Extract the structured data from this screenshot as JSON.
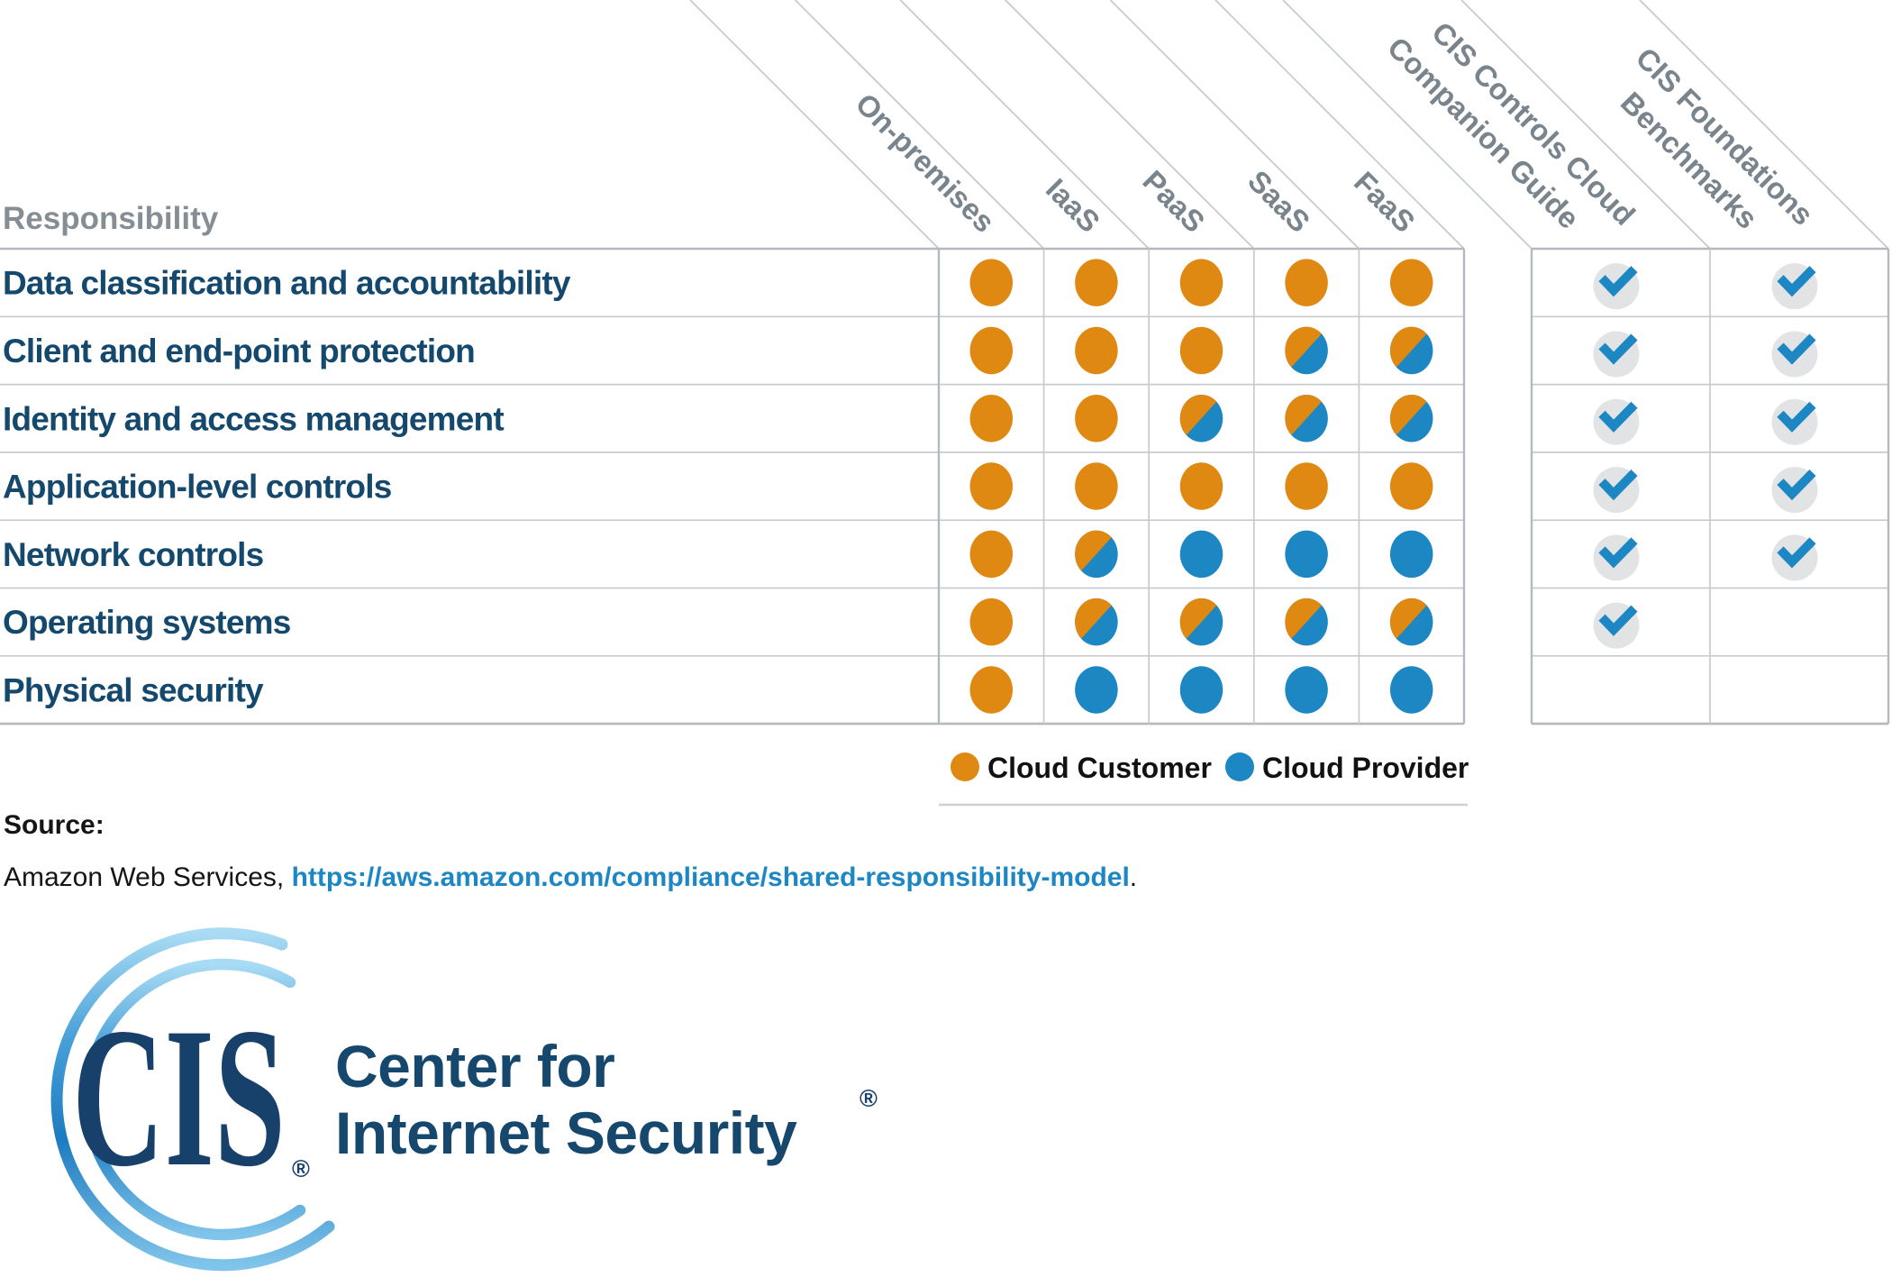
{
  "figure": {
    "corner_label": "Responsibility",
    "columns": [
      {
        "label": "On-premises",
        "type": "dot"
      },
      {
        "label": "IaaS",
        "type": "dot"
      },
      {
        "label": "PaaS",
        "type": "dot"
      },
      {
        "label": "SaaS",
        "type": "dot"
      },
      {
        "label": "FaaS",
        "type": "dot"
      },
      {
        "label": "CIS Controls Cloud",
        "label2": "Companion Guide",
        "type": "check"
      },
      {
        "label": "CIS Foundations",
        "label2": "Benchmarks",
        "type": "check"
      }
    ],
    "rows": [
      {
        "label": "Data classification and accountability",
        "cells": [
          "customer",
          "customer",
          "customer",
          "customer",
          "customer",
          "check",
          "check"
        ]
      },
      {
        "label": "Client and end-point protection",
        "cells": [
          "customer",
          "customer",
          "customer",
          "shared",
          "shared",
          "check",
          "check"
        ]
      },
      {
        "label": "Identity and access management",
        "cells": [
          "customer",
          "customer",
          "shared",
          "shared",
          "shared",
          "check",
          "check"
        ]
      },
      {
        "label": "Application-level controls",
        "cells": [
          "customer",
          "customer",
          "customer",
          "customer",
          "customer",
          "check",
          "check"
        ]
      },
      {
        "label": "Network controls",
        "cells": [
          "customer",
          "shared",
          "provider",
          "provider",
          "provider",
          "check",
          "check"
        ]
      },
      {
        "label": "Operating systems",
        "cells": [
          "customer",
          "shared",
          "shared",
          "shared",
          "shared",
          "check",
          "none"
        ]
      },
      {
        "label": "Physical security",
        "cells": [
          "customer",
          "provider",
          "provider",
          "provider",
          "provider",
          "none",
          "none"
        ]
      }
    ],
    "legend": {
      "items": [
        {
          "label": "Cloud Customer",
          "type": "customer"
        },
        {
          "label": "Cloud Provider",
          "type": "provider"
        }
      ]
    }
  },
  "source": {
    "heading": "Source:",
    "prefix": "Amazon Web Services, ",
    "link": "https://aws.amazon.com/compliance/shared-responsibility-model",
    "suffix": "."
  },
  "logo": {
    "acronym": "CIS",
    "registered": "®",
    "line1": "Center for",
    "line2": "Internet Security",
    "registered2": "®"
  },
  "colors": {
    "customer": "#DF8912",
    "provider": "#1C87C3",
    "navy": "#14486C",
    "header_gray": "#868E95",
    "diag_gray": "#7A848C",
    "grid": "#C7CBCF",
    "grid_outer": "#B4B9BE",
    "check_bg": "#E2E3E5",
    "check": "#1C87C3",
    "legend_rule": "#CDD1D5",
    "link": "#1C87C3"
  }
}
